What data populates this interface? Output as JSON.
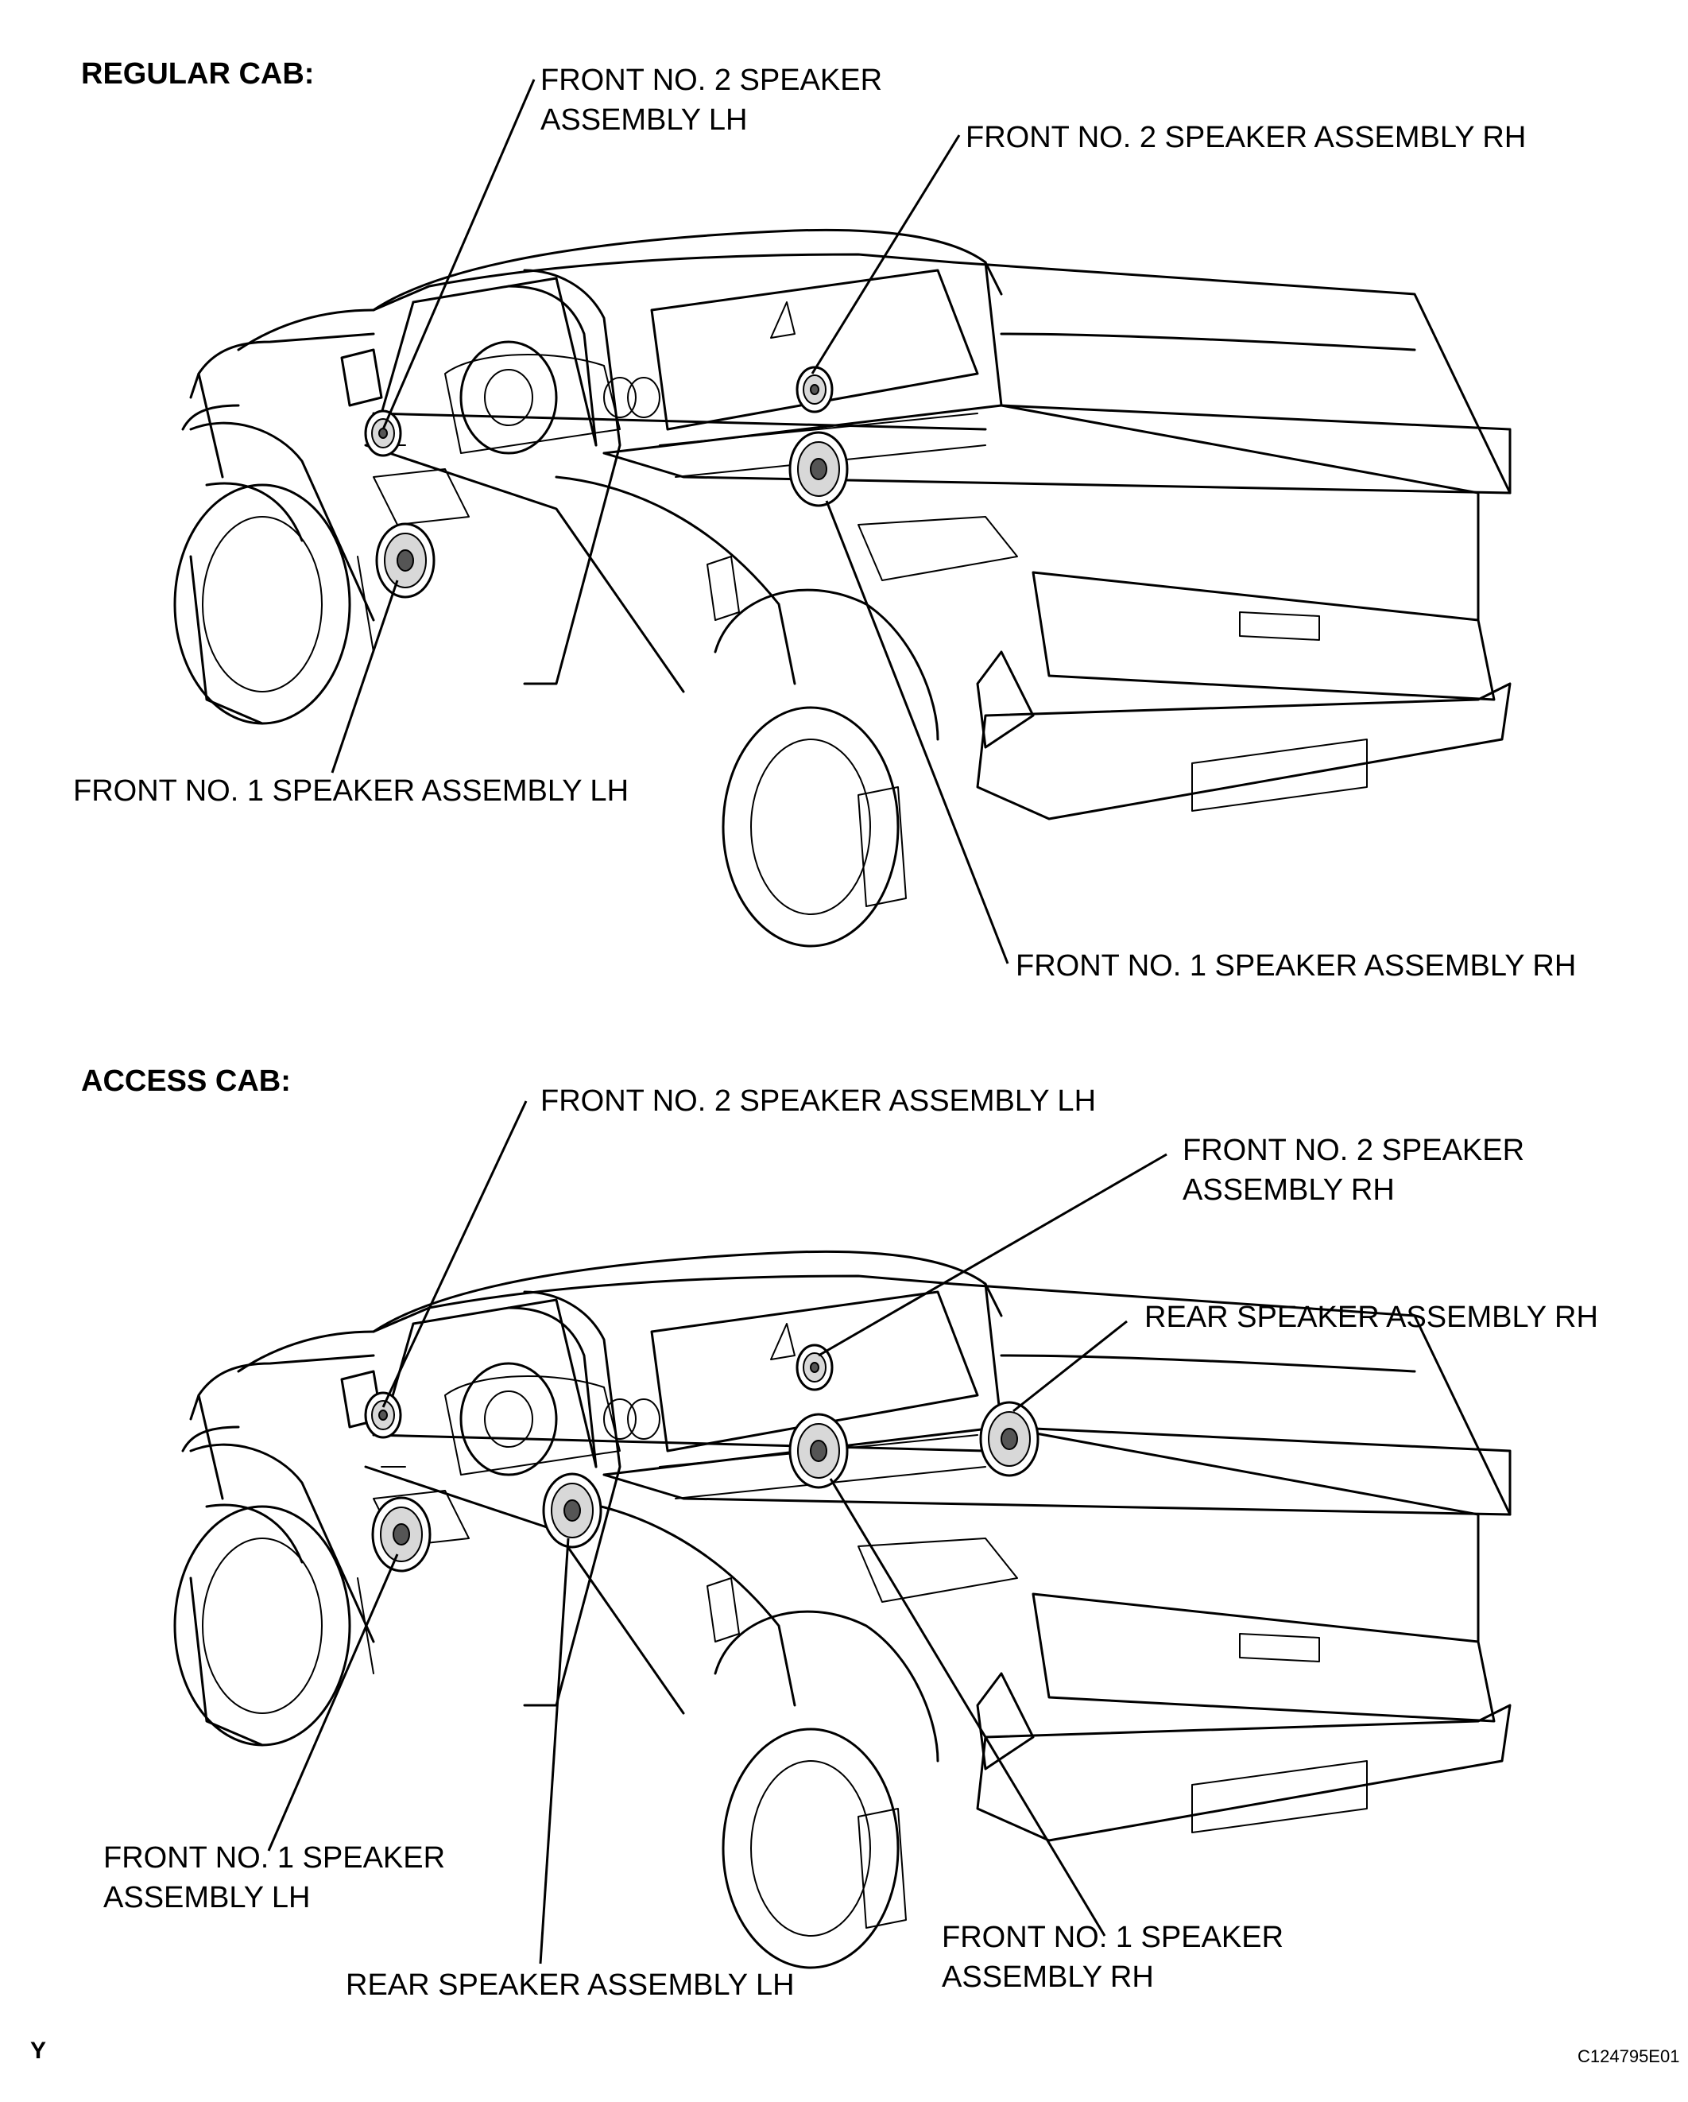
{
  "diagram": {
    "sections": [
      {
        "header": "REGULAR CAB:",
        "labels": {
          "front2_lh": [
            "FRONT NO. 2 SPEAKER",
            "ASSEMBLY LH"
          ],
          "front2_rh": "FRONT NO. 2 SPEAKER ASSEMBLY RH",
          "front1_lh": "FRONT NO. 1 SPEAKER ASSEMBLY LH",
          "front1_rh": "FRONT NO. 1 SPEAKER ASSEMBLY RH"
        }
      },
      {
        "header": "ACCESS CAB:",
        "labels": {
          "front2_lh": "FRONT NO. 2 SPEAKER ASSEMBLY LH",
          "front2_rh": [
            "FRONT NO. 2 SPEAKER",
            "ASSEMBLY RH"
          ],
          "rear_rh": "REAR SPEAKER ASSEMBLY RH",
          "front1_lh": [
            "FRONT NO. 1 SPEAKER",
            "ASSEMBLY LH"
          ],
          "front1_rh": [
            "FRONT NO. 1 SPEAKER",
            "ASSEMBLY RH"
          ],
          "rear_lh": "REAR SPEAKER ASSEMBLY LH"
        }
      }
    ],
    "footer": {
      "left_mark": "Y",
      "figure_code": "C124795E01"
    }
  }
}
